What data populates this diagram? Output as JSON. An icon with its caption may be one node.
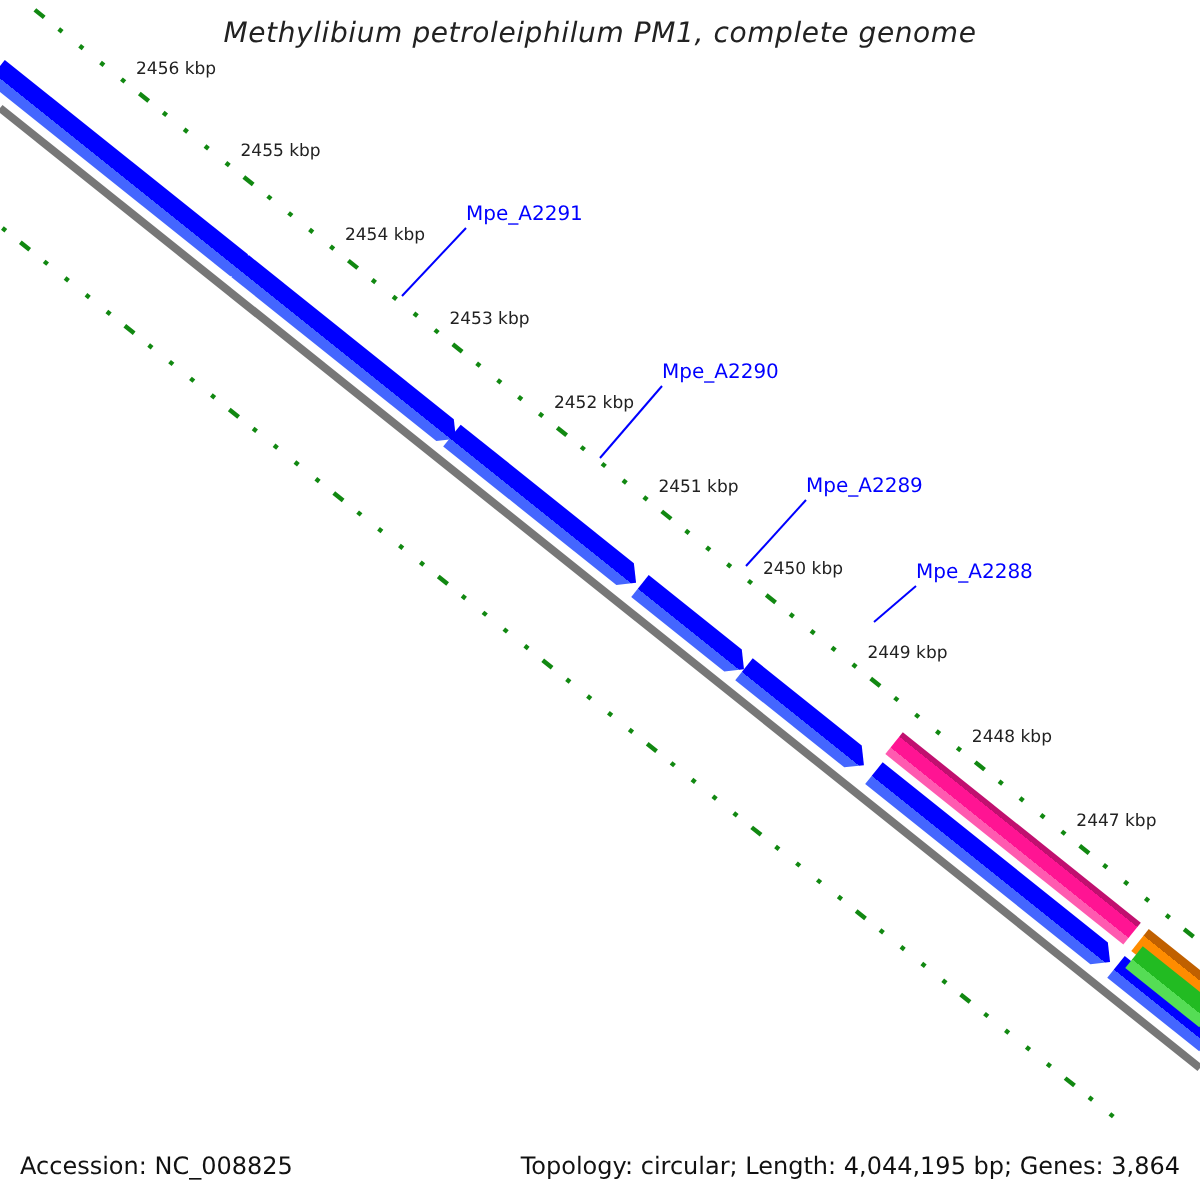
{
  "diagram": {
    "title": "Methylibium petroleiphilum PM1, complete genome",
    "nodes": [
      {
        "text": [
          "Mpe_A2291"
        ]
      },
      {
        "text": [
          "Mpe_A2290"
        ]
      },
      {
        "text": [
          "Mpe_A2289"
        ]
      },
      {
        "text": [
          "Mpe_A2288"
        ]
      }
    ],
    "edges": [
      {
        "from": 0,
        "to": null,
        "arrow": "none"
      },
      {
        "from": 1,
        "to": null,
        "arrow": "none"
      },
      {
        "from": 2,
        "to": null,
        "arrow": "none"
      },
      {
        "from": 3,
        "to": null,
        "arrow": "none"
      }
    ],
    "labels": [
      "2456 kbp",
      "2455 kbp",
      "2454 kbp",
      "2453 kbp",
      "2452 kbp",
      "2451 kbp",
      "2450 kbp",
      "2449 kbp",
      "2448 kbp",
      "2447 kbp",
      "Accession: NC_008825",
      "Topology: circular; Length: 4,044,195 bp; Genes: 3,864"
    ]
  }
}
